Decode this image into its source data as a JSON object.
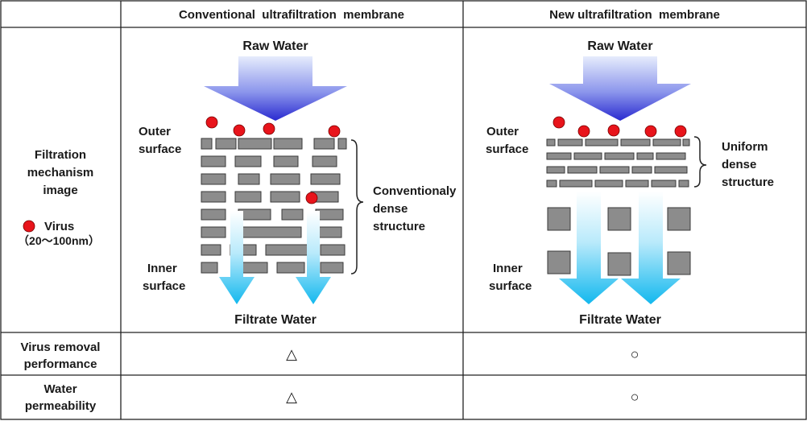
{
  "table": {
    "header_left": "",
    "col1_header": "Conventional  ultrafiltration  membrane",
    "col2_header": "New ultrafiltration  membrane",
    "row1_label": [
      "Filtration",
      "mechanism",
      "image"
    ],
    "legend_label": "Virus",
    "legend_size": "（20～100nm）",
    "row2_label": [
      "Virus removal",
      "performance"
    ],
    "row3_label": [
      "Water",
      "permeability"
    ],
    "conv_virus_removal": "△",
    "conv_permeability": "△",
    "new_virus_removal": "○",
    "new_permeability": "○"
  },
  "conventional": {
    "raw_water": "Raw Water",
    "outer_surface": [
      "Outer",
      "surface"
    ],
    "inner_surface": [
      "Inner",
      "surface"
    ],
    "structure_label": [
      "Conventionaly",
      "dense",
      "structure"
    ],
    "filtrate_water": "Filtrate Water"
  },
  "new_membrane": {
    "raw_water": "Raw Water",
    "outer_surface": [
      "Outer",
      "surface"
    ],
    "inner_surface": [
      "Inner",
      "surface"
    ],
    "structure_label": [
      "Uniform",
      "dense",
      "structure"
    ],
    "filtrate_water": "Filtrate Water"
  },
  "colors": {
    "virus": "#e8141b",
    "block_fill": "#8c8c8c",
    "arrow_top": "#3a3ad6",
    "arrow_light": "#dfe6fb",
    "filtrate_arrow": "#19bdf0"
  }
}
